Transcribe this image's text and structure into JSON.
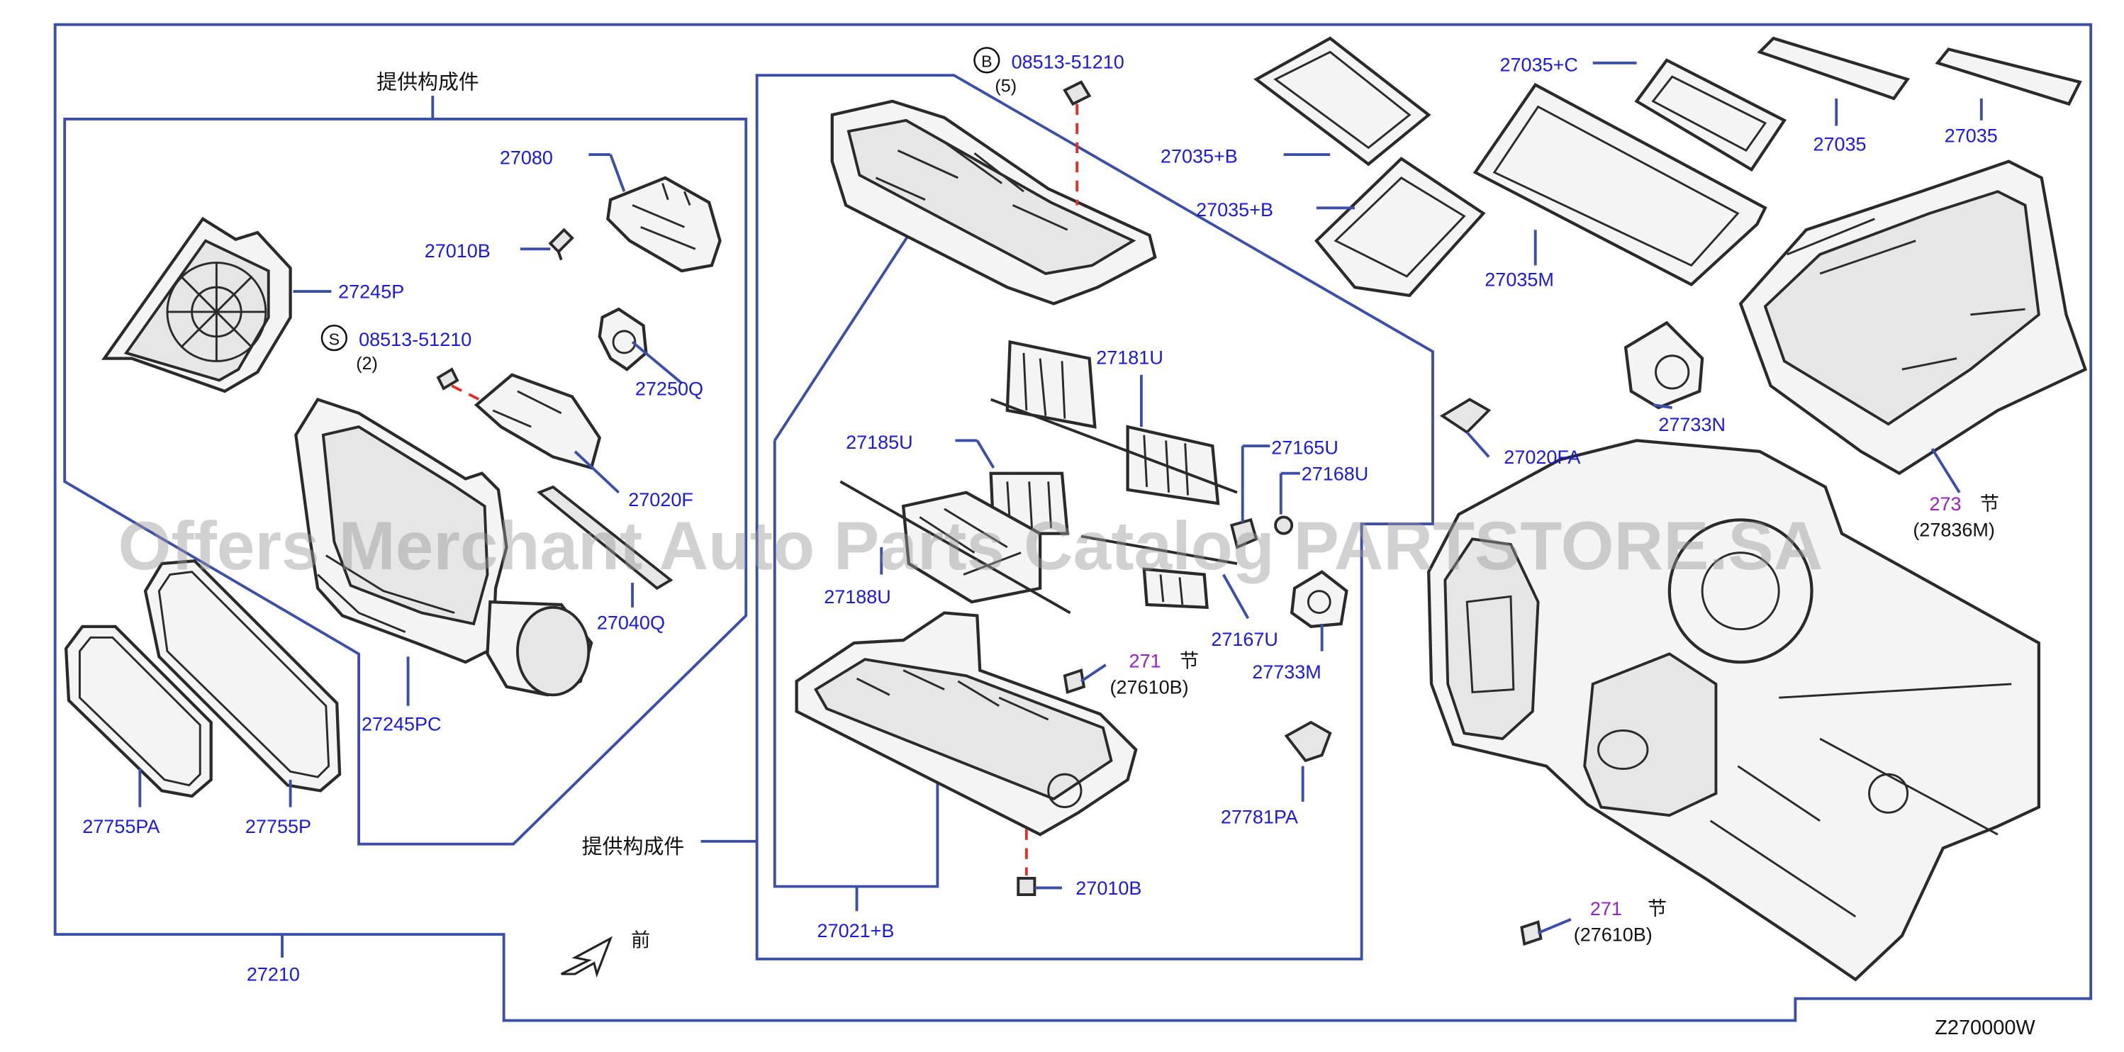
{
  "colors": {
    "part_number": "#1a1adc",
    "leader_line": "#3c4fa8",
    "reference": "#9a1fc4",
    "dashed_fastener_line": "#e0302a",
    "text_black": "#111111"
  },
  "watermark": "Offers Merchant Auto Parts Catalog PARTSTORE.SA",
  "diagram_code": "Z270000W",
  "front_label": "前",
  "supply_labels": {
    "left_group": "提供构成件",
    "center_group": "提供构成件"
  },
  "bolts": {
    "s": {
      "circle": "S",
      "part": "08513-51210",
      "qty": "(2)"
    },
    "b": {
      "circle": "B",
      "part": "08513-51210",
      "qty": "(5)"
    }
  },
  "parts": {
    "p27080": "27080",
    "p27010B_top": "27010B",
    "p27245P": "27245P",
    "p27250Q": "27250Q",
    "p27020F": "27020F",
    "p27040Q": "27040Q",
    "p27245PC": "27245PC",
    "p27755PA": "27755PA",
    "p27755P": "27755P",
    "p27210": "27210",
    "p27181U": "27181U",
    "p27185U": "27185U",
    "p27165U": "27165U",
    "p27168U": "27168U",
    "p27188U": "27188U",
    "p27167U": "27167U",
    "p27733M": "27733M",
    "p27781PA": "27781PA",
    "p27010B_bottom": "27010B",
    "p27021B": "27021+B",
    "p27035C": "27035+C",
    "p27035_a": "27035",
    "p27035_b": "27035",
    "p27035B_top": "27035+B",
    "p27035B_mid": "27035+B",
    "p27035M": "27035M",
    "p27020FA": "27020FA",
    "p27733N": "27733N"
  },
  "section_refs": {
    "ref271_center": {
      "num": "271",
      "suffix": "节",
      "part": "(27610B)"
    },
    "ref271_right": {
      "num": "271",
      "suffix": "节",
      "part": "(27610B)"
    },
    "ref273": {
      "num": "273",
      "suffix": "节",
      "part": "(27836M)"
    }
  }
}
